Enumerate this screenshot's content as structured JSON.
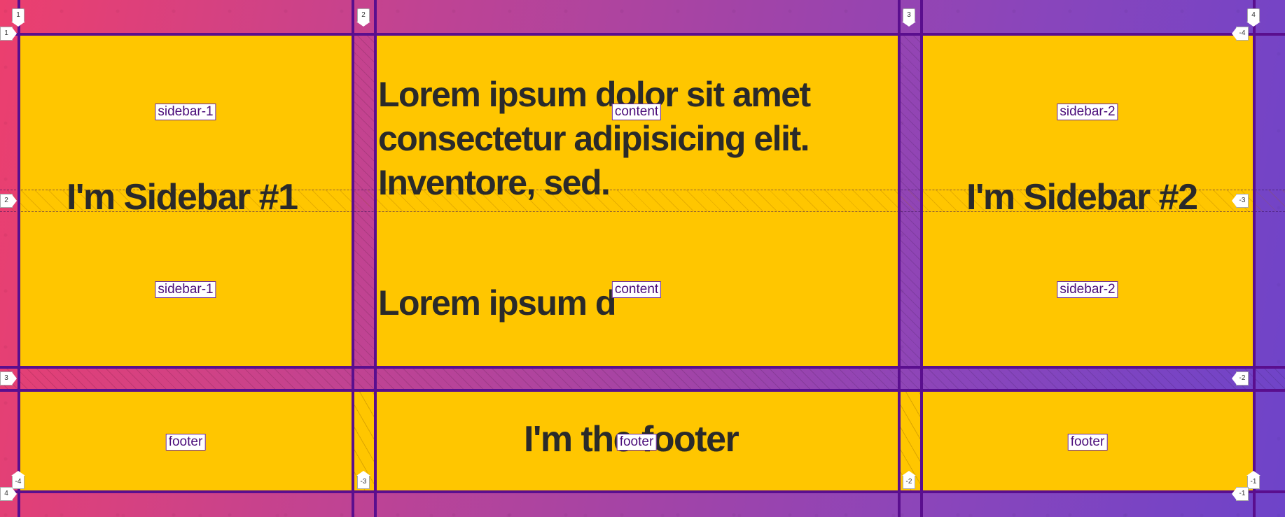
{
  "sidebar1": {
    "heading": "I'm Sidebar #1",
    "area_label": "sidebar-1"
  },
  "content": {
    "heading_lines": [
      "Lorem ipsum dolor sit amet",
      "consectetur adipisicing elit.",
      "Inventore, sed."
    ],
    "heading2": "Lorem ipsum d",
    "area_label": "content"
  },
  "sidebar2": {
    "heading": "I'm Sidebar #2",
    "area_label": "sidebar-2"
  },
  "footer": {
    "heading": "I'm the footer",
    "area_label": "footer"
  },
  "grid_lines": {
    "columns_top": [
      "1",
      "2",
      "3",
      "4"
    ],
    "columns_bottom": [
      "-4",
      "-3",
      "-2",
      "-1"
    ],
    "rows_left": [
      "1",
      "2",
      "3",
      "4"
    ],
    "rows_right": [
      "-4",
      "-3",
      "-2",
      "-1"
    ]
  },
  "colors": {
    "cell": "#ffc600",
    "grid_line": "#5a0e8e",
    "text": "#2a2a2a",
    "gradient_start": "#ec3f6e",
    "gradient_end": "#6e44c9"
  }
}
